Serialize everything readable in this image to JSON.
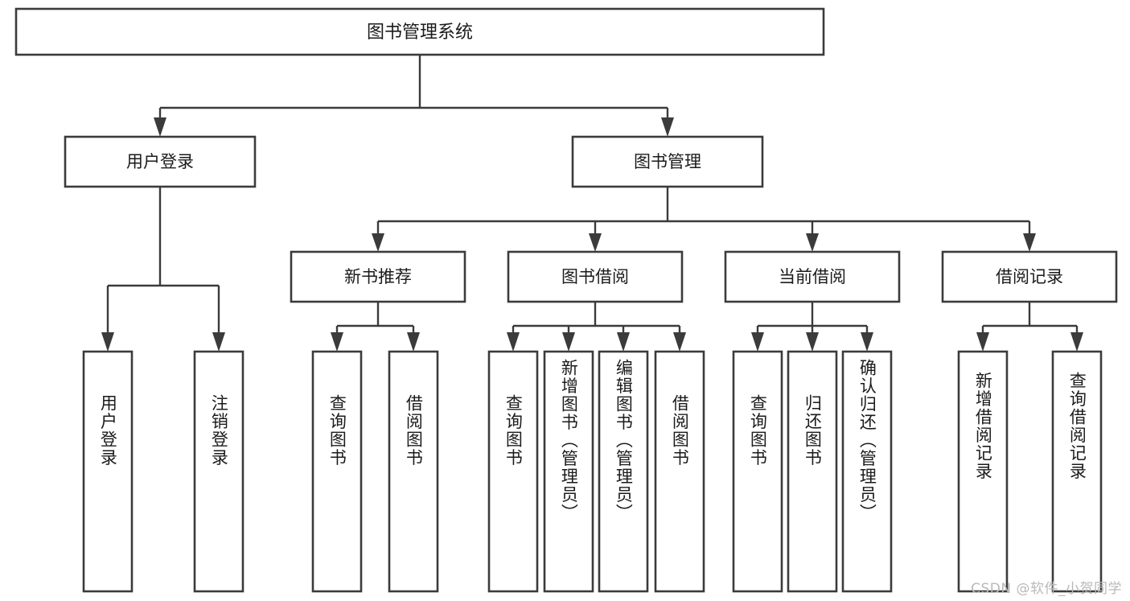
{
  "diagram": {
    "type": "tree",
    "title": "图书管理系统",
    "watermark": "CSDN @软件_小贺同学",
    "colors": {
      "box_fill": "#ffffff",
      "box_stroke": "#3b3b3b",
      "text": "#1b1b1b",
      "watermark": "#b9b9b9",
      "background": "#ffffff"
    },
    "levels": {
      "root": {
        "label": "图书管理系统"
      },
      "level2": [
        {
          "label": "用户登录"
        },
        {
          "label": "图书管理"
        }
      ],
      "level3": [
        {
          "label": "新书推荐"
        },
        {
          "label": "图书借阅"
        },
        {
          "label": "当前借阅"
        },
        {
          "label": "借阅记录"
        }
      ],
      "leaves": {
        "user_login": [
          {
            "label": "用户登录"
          },
          {
            "label": "注销登录"
          }
        ],
        "new_book_recommend": [
          {
            "label": "查询图书"
          },
          {
            "label": "借阅图书"
          }
        ],
        "book_borrow": [
          {
            "label": "查询图书"
          },
          {
            "label": "新增图书（管理员）"
          },
          {
            "label": "编辑图书（管理员）"
          },
          {
            "label": "借阅图书"
          }
        ],
        "current_borrow": [
          {
            "label": "查询图书"
          },
          {
            "label": "归还图书"
          },
          {
            "label": "确认归还（管理员）"
          }
        ],
        "borrow_record": [
          {
            "label": "新增借阅记录"
          },
          {
            "label": "查询借阅记录"
          }
        ]
      }
    }
  }
}
